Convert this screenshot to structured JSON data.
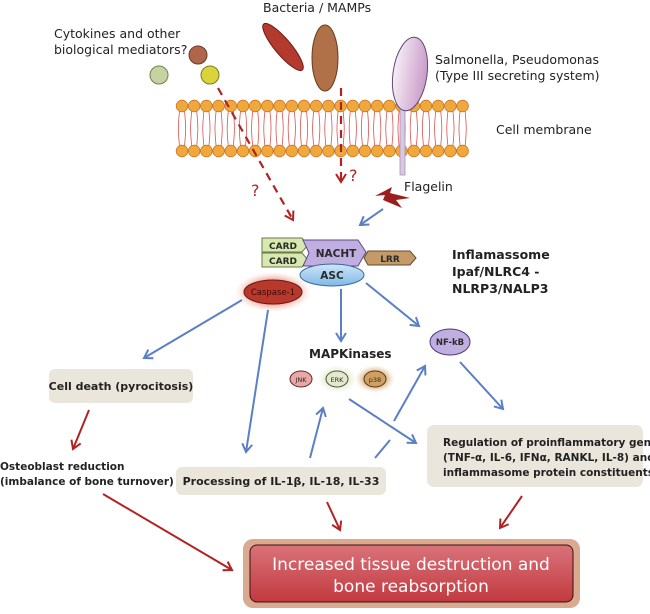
{
  "title": "Inflammasome signaling pathway in bone destruction",
  "labels": {
    "cytokines": [
      "Cytokines and other",
      "biological mediators?"
    ],
    "bacteria": "Bacteria / MAMPs",
    "salmonella": [
      "Salmonella, Pseudomonas",
      "(Type III secreting system)"
    ],
    "membrane": "Cell membrane",
    "flagelin": "Flagelin",
    "question_mark": "?",
    "inflammasome": [
      "Inflamassome",
      "Ipaf/NLRC4 -",
      "NLRP3/NALP3"
    ],
    "mapkinases": "MAPKinases"
  },
  "domains": {
    "card1": "CARD",
    "card2": "CARD",
    "nacht": "NACHT",
    "lrr": "LRR",
    "asc": "ASC",
    "caspase": "Caspase-1",
    "nfkb": "NF-kB",
    "jnk": "JNK",
    "erk": "ERK",
    "p38": "p38"
  },
  "boxes": {
    "cell_death": "Cell death (pyrocitosis)",
    "osteoblast": [
      "Osteoblast reduction",
      "(imbalance of bone turnover)"
    ],
    "processing": "Processing of IL-1β, IL-18, IL-33",
    "regulation": [
      "Regulation of proinflammatory genes",
      "(TNF-α, IL-6, IFNα, RANKL, IL-8) and",
      "inflammasome protein constituents"
    ],
    "outcome": [
      "Increased tissue destruction and",
      "bone reabsorption"
    ]
  },
  "colors": {
    "blue_arrow": "#5b7fc4",
    "red_arrow": "#b22222",
    "membrane_head": "#f0a83a",
    "membrane_tail": "#d9534f",
    "box_fill": "#ebe6dc",
    "outcome_fill": "#c9484d"
  }
}
